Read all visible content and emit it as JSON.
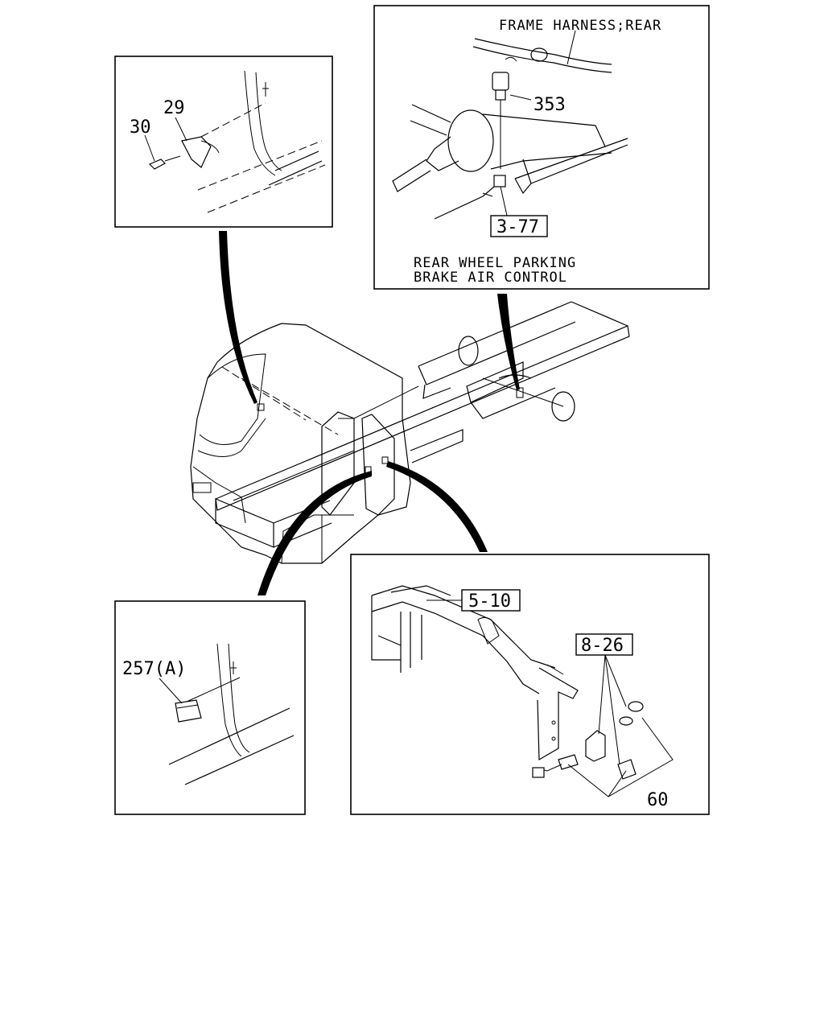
{
  "diagram": {
    "top_right_inset": {
      "caption_top": "FRAME HARNESS;REAR",
      "part_353": "353",
      "ref_3_77": "3-77",
      "caption_bottom_line1": "REAR WHEEL PARKING",
      "caption_bottom_line2": "BRAKE AIR CONTROL"
    },
    "top_left_inset": {
      "part_29": "29",
      "part_30": "30"
    },
    "bottom_left_inset": {
      "part_257a": "257(A)"
    },
    "bottom_right_inset": {
      "ref_5_10": "5-10",
      "ref_8_26": "8-26",
      "part_60": "60"
    }
  }
}
